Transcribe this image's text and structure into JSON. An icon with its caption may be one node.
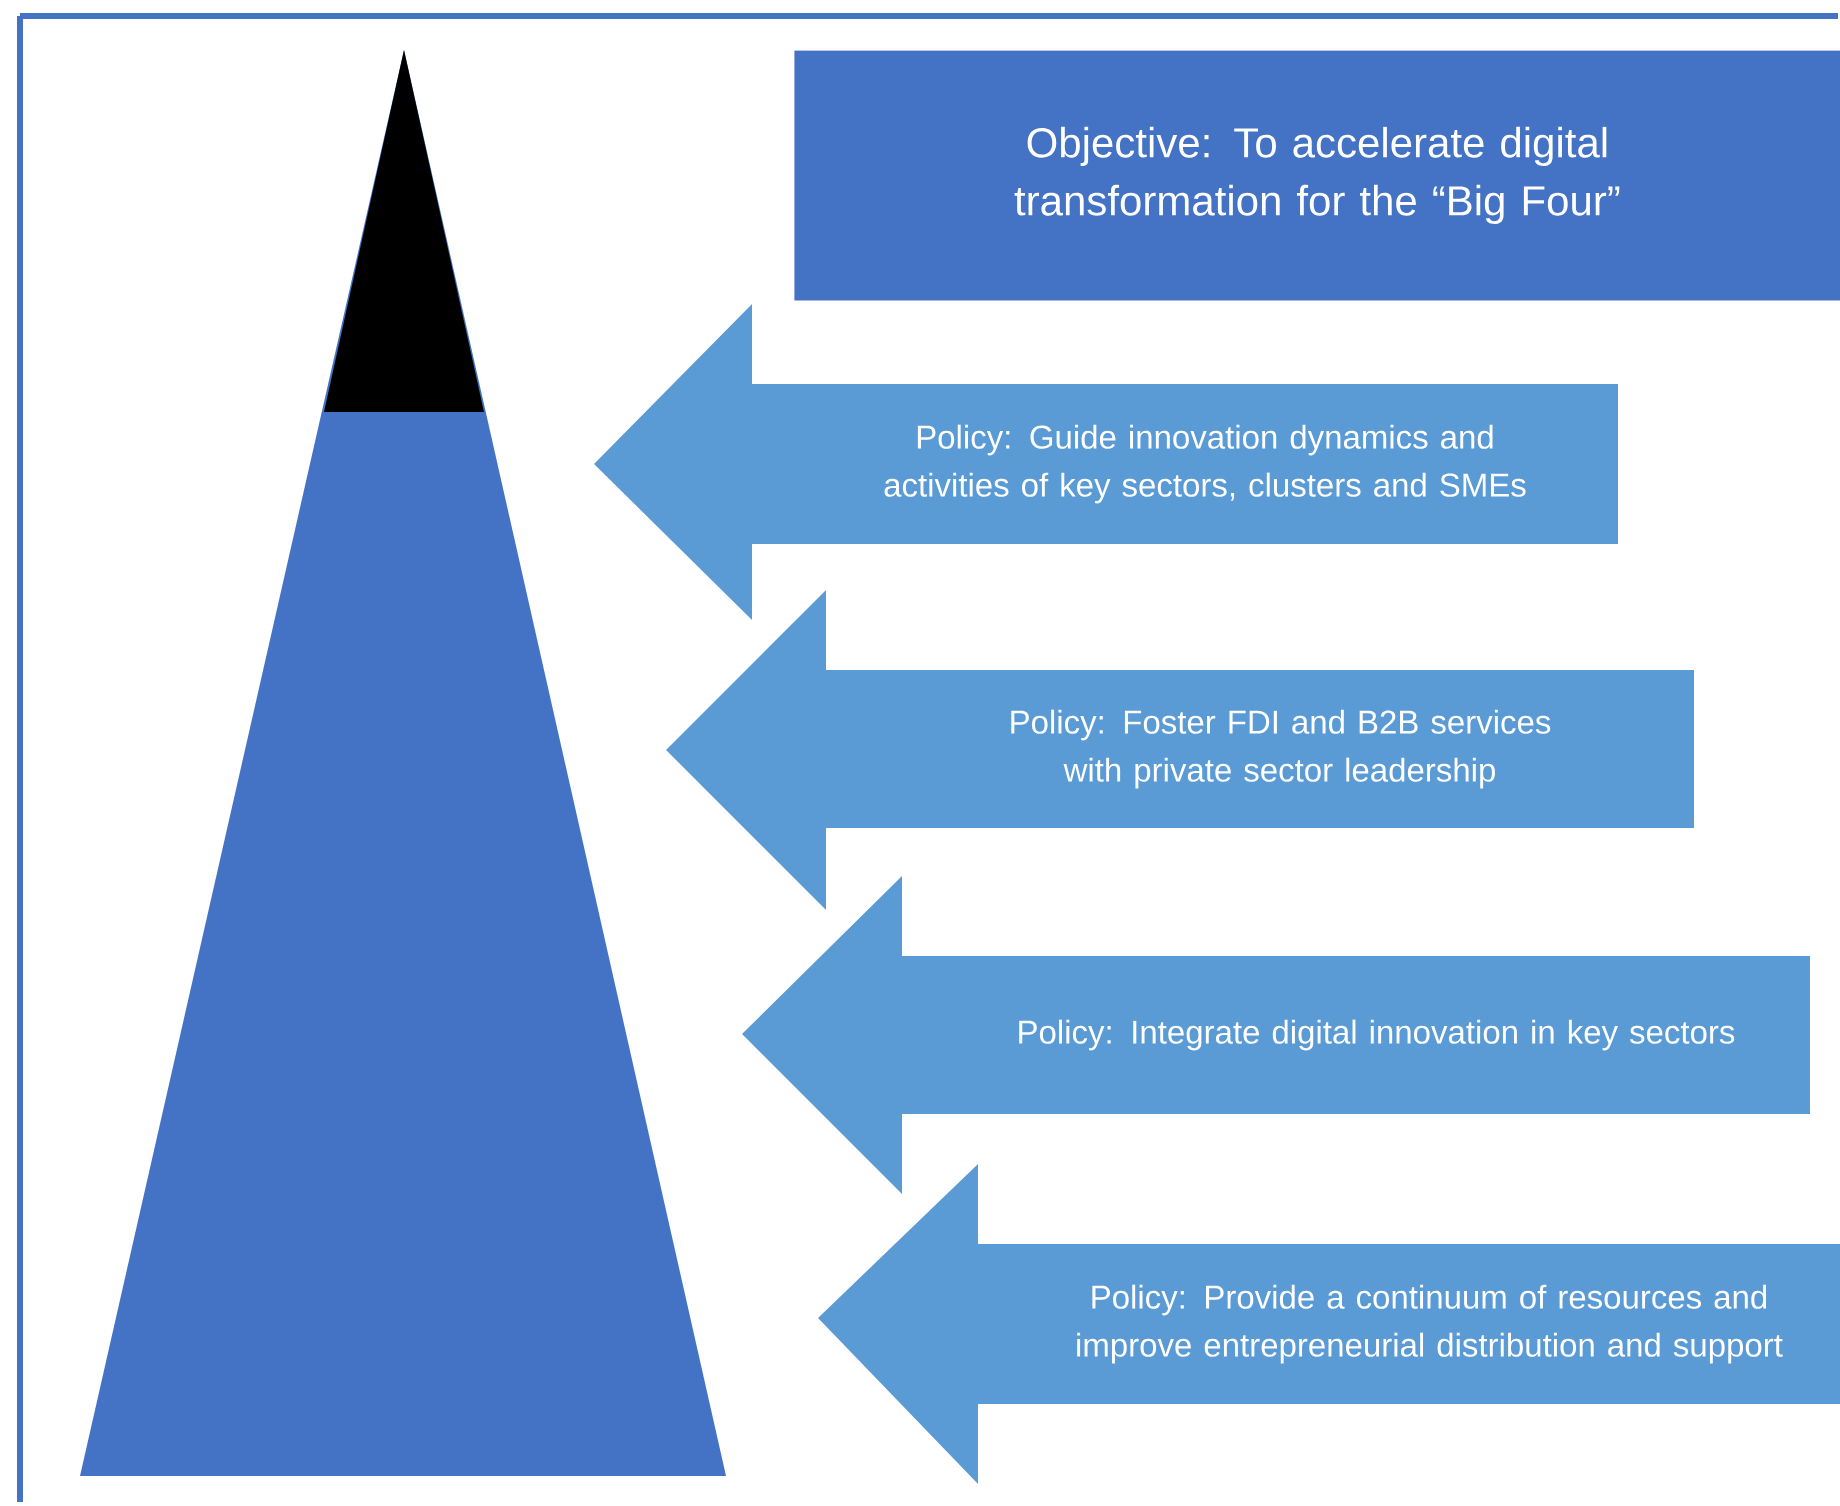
{
  "diagram": {
    "nodes": [
      {
        "text": [],
        "shape": "triangle"
      },
      {
        "text": [
          "Objective: To accelerate digital transformation for the “Big Four”"
        ]
      },
      {
        "text": [
          "Policy: Guide innovation dynamics and activities of key sectors, clusters and SMEs"
        ]
      },
      {
        "text": [
          "Policy: Foster FDI and B2B services with private sector leadership"
        ]
      },
      {
        "text": [
          "Policy: Integrate digital innovation in key sectors"
        ]
      },
      {
        "text": [
          "Policy: Provide a continuum of resources and improve entrepreneurial distribution and support"
        ]
      }
    ]
  }
}
